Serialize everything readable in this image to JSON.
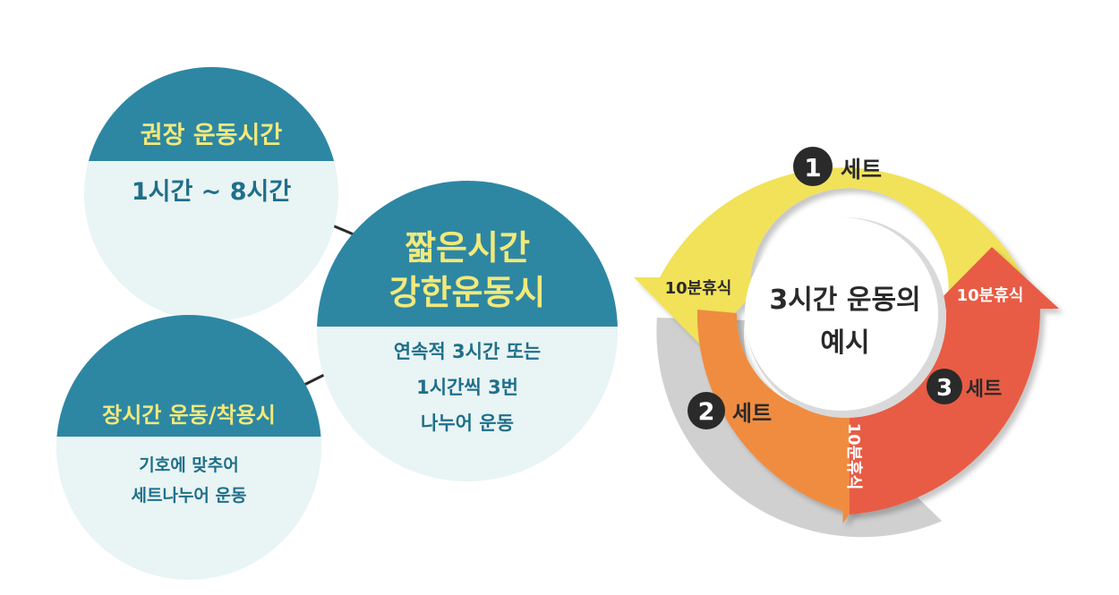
{
  "circles": {
    "recommended": {
      "title": "권장 운동시간",
      "value": "1시간 ~ 8시간"
    },
    "short": {
      "title_line1": "짧은시간",
      "title_line2": "강한운동시",
      "body_line1": "연속적 3시간 또는",
      "body_line2": "1시간씩 3번",
      "body_line3": "나누어 운동"
    },
    "long": {
      "title": "장시간 운동/착용시",
      "body_line1": "기호에 맞추어",
      "body_line2": "세트나누어 운동"
    }
  },
  "cycle": {
    "center_line1": "3시간 운동의",
    "center_line2": "예시",
    "set1_num": "1",
    "set1_label": "세트",
    "set2_num": "2",
    "set2_label": "세트",
    "set3_num": "3",
    "set3_label": "세트",
    "rest_left": "10분휴식",
    "rest_right": "10분휴식",
    "rest_bottom": "10분휴식"
  },
  "colors": {
    "teal": "#2d87a3",
    "pale_teal": "#e9f4f4",
    "title_yellow": "#f2e97a",
    "yellow_arc": "#f1e25a",
    "orange_arc": "#f08c3f",
    "red_arc": "#e85c45",
    "dark_text": "#2a2a2a"
  }
}
